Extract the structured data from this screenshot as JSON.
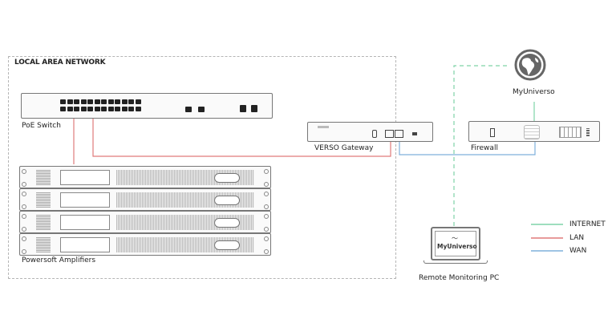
{
  "diagram": {
    "lan_box_title": "LOCAL AREA NETWORK",
    "nodes": {
      "poe_switch": "PoE Switch",
      "verso_gateway": "VERSO Gateway",
      "firewall": "Firewall",
      "cloud": "MyUniverso",
      "amplifiers": "Powersoft Amplifiers",
      "remote_pc": "Remote Monitoring PC",
      "pc_screen_brand": "MyUniverso"
    },
    "amplifier_count": 4,
    "legend": [
      {
        "label": "INTERNET",
        "color": "#7fd3a8"
      },
      {
        "label": "LAN",
        "color": "#e07a7a"
      },
      {
        "label": "WAN",
        "color": "#7fb0dc"
      }
    ],
    "colors": {
      "internet": "#7fd3a8",
      "lan": "#e07a7a",
      "wan": "#7fb0dc"
    }
  }
}
